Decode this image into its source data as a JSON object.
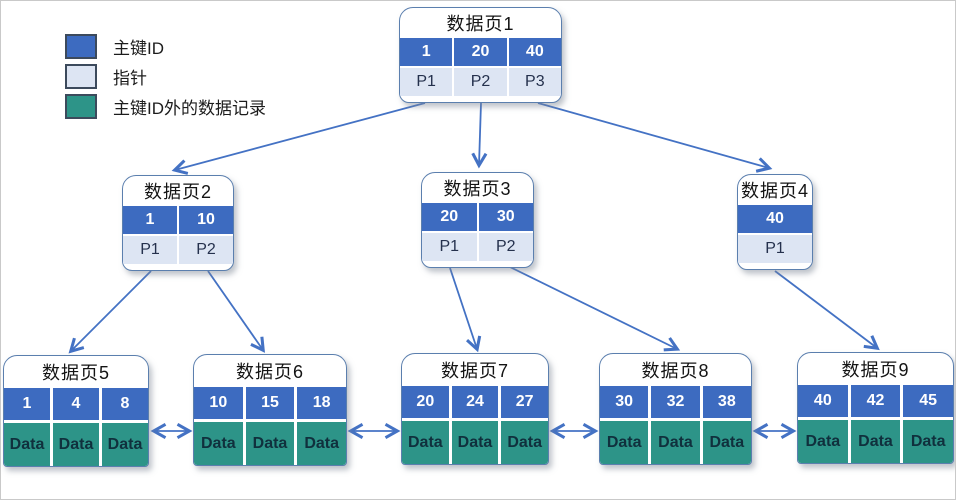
{
  "legend": {
    "items": [
      {
        "label": "主键ID",
        "swatch": "key-color-swatch",
        "color": "#3d6bc0"
      },
      {
        "label": "指针",
        "swatch": "pointer-color-swatch",
        "color": "#dde5f3"
      },
      {
        "label": "主键ID外的数据记录",
        "swatch": "data-color-swatch",
        "color": "#2d9488"
      }
    ]
  },
  "colors": {
    "key_cell": "#3d6bc0",
    "pointer_cell": "#dde5f3",
    "data_cell": "#2d9488",
    "arrow": "#4472c4"
  },
  "nodes": {
    "page1": {
      "title": "数据页1",
      "keys": [
        "1",
        "20",
        "40"
      ],
      "pointers": [
        "P1",
        "P2",
        "P3"
      ]
    },
    "page2": {
      "title": "数据页2",
      "keys": [
        "1",
        "10"
      ],
      "pointers": [
        "P1",
        "P2"
      ]
    },
    "page3": {
      "title": "数据页3",
      "keys": [
        "20",
        "30"
      ],
      "pointers": [
        "P1",
        "P2"
      ]
    },
    "page4": {
      "title": "数据页4",
      "keys": [
        "40"
      ],
      "pointers": [
        "P1"
      ]
    },
    "page5": {
      "title": "数据页5",
      "keys": [
        "1",
        "4",
        "8"
      ],
      "data": [
        "Data",
        "Data",
        "Data"
      ]
    },
    "page6": {
      "title": "数据页6",
      "keys": [
        "10",
        "15",
        "18"
      ],
      "data": [
        "Data",
        "Data",
        "Data"
      ]
    },
    "page7": {
      "title": "数据页7",
      "keys": [
        "20",
        "24",
        "27"
      ],
      "data": [
        "Data",
        "Data",
        "Data"
      ]
    },
    "page8": {
      "title": "数据页8",
      "keys": [
        "30",
        "32",
        "38"
      ],
      "data": [
        "Data",
        "Data",
        "Data"
      ]
    },
    "page9": {
      "title": "数据页9",
      "keys": [
        "40",
        "42",
        "45"
      ],
      "data": [
        "Data",
        "Data",
        "Data"
      ]
    }
  }
}
